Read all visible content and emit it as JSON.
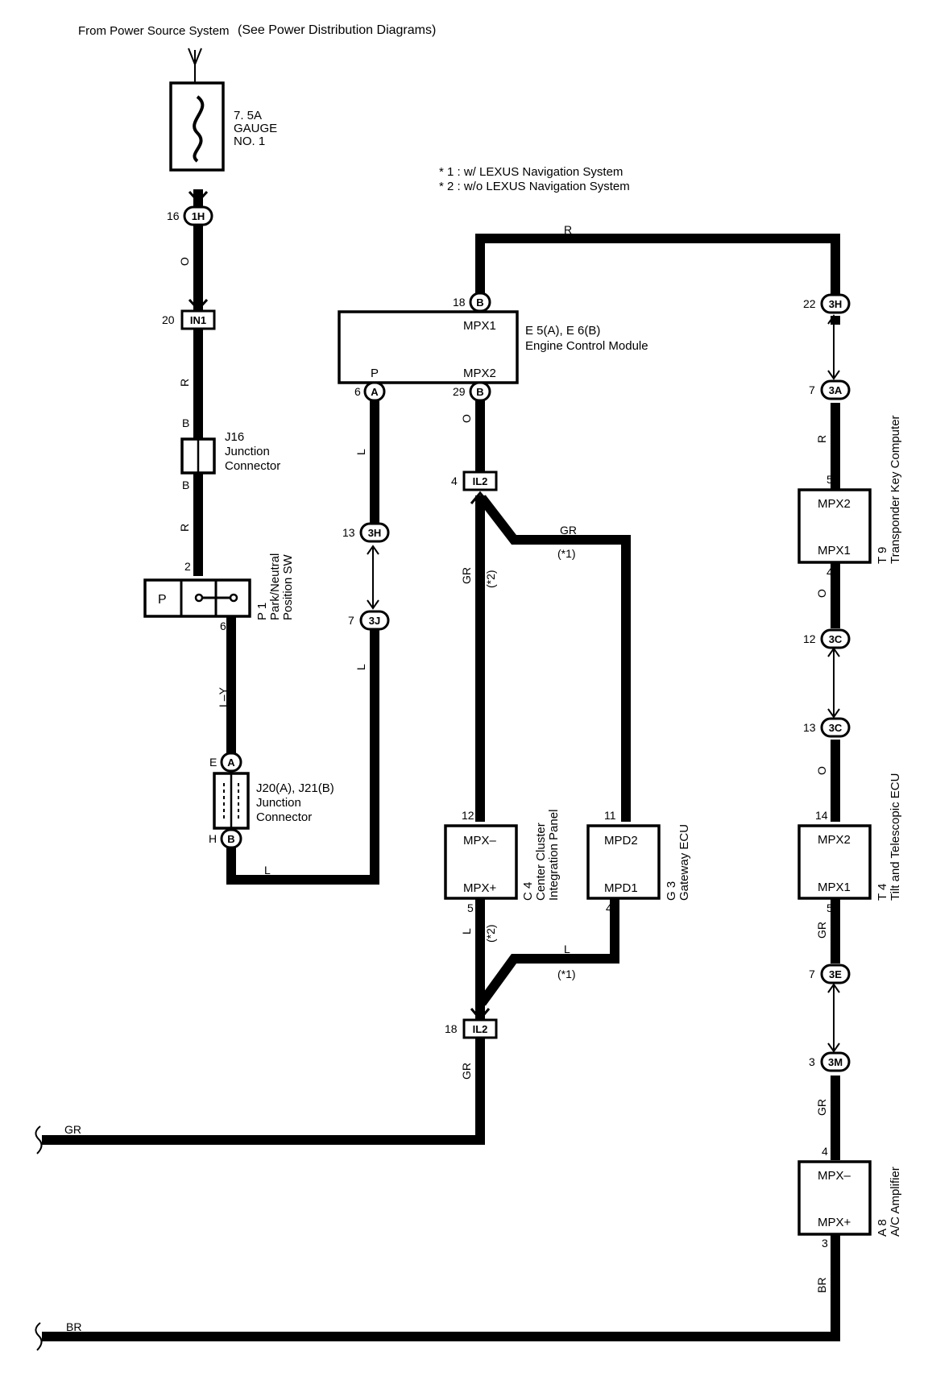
{
  "header": {
    "source_prefix": "From Power Source System",
    "source_suffix": "(See Power Distribution Diagrams)"
  },
  "fuse": {
    "line1": "7. 5A",
    "line2": "GAUGE",
    "line3": "NO. 1"
  },
  "notes": {
    "note1": "*  1 : w/ LEXUS Navigation System",
    "note2": "*  2 : w/o LEXUS Navigation System"
  },
  "connectors": {
    "c1H": "1H",
    "c3H_a": "3H",
    "c3A": "3A",
    "c3H_b": "3H",
    "c3J": "3J",
    "c3C_a": "3C",
    "c3C_b": "3C",
    "c3E": "3E",
    "c3M": "3M",
    "cA": "A",
    "cB": "B",
    "cE5B": "B",
    "cE5A": "A",
    "cE6B": "B",
    "IN1": "IN1",
    "IL2_a": "IL2",
    "IL2_b": "IL2"
  },
  "pins": {
    "p16": "16",
    "p20": "20",
    "p18a": "18",
    "p22": "22",
    "p6a": "6",
    "p29": "29",
    "p7a": "7",
    "p5a": "5",
    "p4a": "4",
    "p4b": "4",
    "p13a": "13",
    "p2": "2",
    "p7b": "7",
    "p6b": "6",
    "p12a": "12",
    "p13b": "13",
    "pE": "E",
    "pH": "H",
    "p12b": "12",
    "p11": "11",
    "p14": "14",
    "p5b": "5",
    "p4c": "4",
    "p5c": "5",
    "p7c": "7",
    "p18b": "18",
    "p3a": "3",
    "p4d": "4",
    "p3b": "3"
  },
  "wire_colors": {
    "w_O1": "O",
    "w_R1": "R",
    "w_R2": "R",
    "w_R3": "R",
    "w_R4": "R",
    "w_L1": "L",
    "w_L2": "L",
    "w_L3": "L",
    "w_L4": "L",
    "w_L5": "L",
    "w_O2": "O",
    "w_O3": "O",
    "w_O4": "O",
    "w_GR1": "GR",
    "w_GR2": "GR",
    "w_GR3": "GR",
    "w_GR4": "GR",
    "w_GR5": "GR",
    "w_GR6": "GR",
    "w_LY": "L–Y",
    "w_BR1": "BR",
    "w_BR2": "BR",
    "w_B1": "B",
    "w_B2": "B",
    "w_star1a": "(*1)",
    "w_star1b": "(*1)",
    "w_star2a": "(*2)",
    "w_star2b": "(*2)"
  },
  "components": {
    "ecm": {
      "id": "E 5(A), E 6(B)",
      "name": "Engine Control Module",
      "t1": "MPX1",
      "t2": "MPX2",
      "t3": "P"
    },
    "j16": {
      "id": "J16",
      "l1": "Junction",
      "l2": "Connector"
    },
    "p1": {
      "id": "P 1",
      "l1": "Park/Neutral",
      "l2": "Position SW",
      "label": "P"
    },
    "j20": {
      "id": "J20(A), J21(B)",
      "l1": "Junction",
      "l2": "Connector"
    },
    "c4": {
      "id": "C 4",
      "l1": "Center Cluster",
      "l2": "Integration Panel",
      "t1": "MPX–",
      "t2": "MPX+"
    },
    "g3": {
      "id": "G 3",
      "l1": "Gateway ECU",
      "t1": "MPD2",
      "t2": "MPD1"
    },
    "t9": {
      "id": "T 9",
      "l1": "Transponder Key Computer",
      "t1": "MPX2",
      "t2": "MPX1"
    },
    "t4": {
      "id": "T 4",
      "l1": "Tilt and Telescopic ECU",
      "t1": "MPX2",
      "t2": "MPX1"
    },
    "a8": {
      "id": "A 8",
      "l1": "A/C Amplifier",
      "t1": "MPX–",
      "t2": "MPX+"
    }
  }
}
